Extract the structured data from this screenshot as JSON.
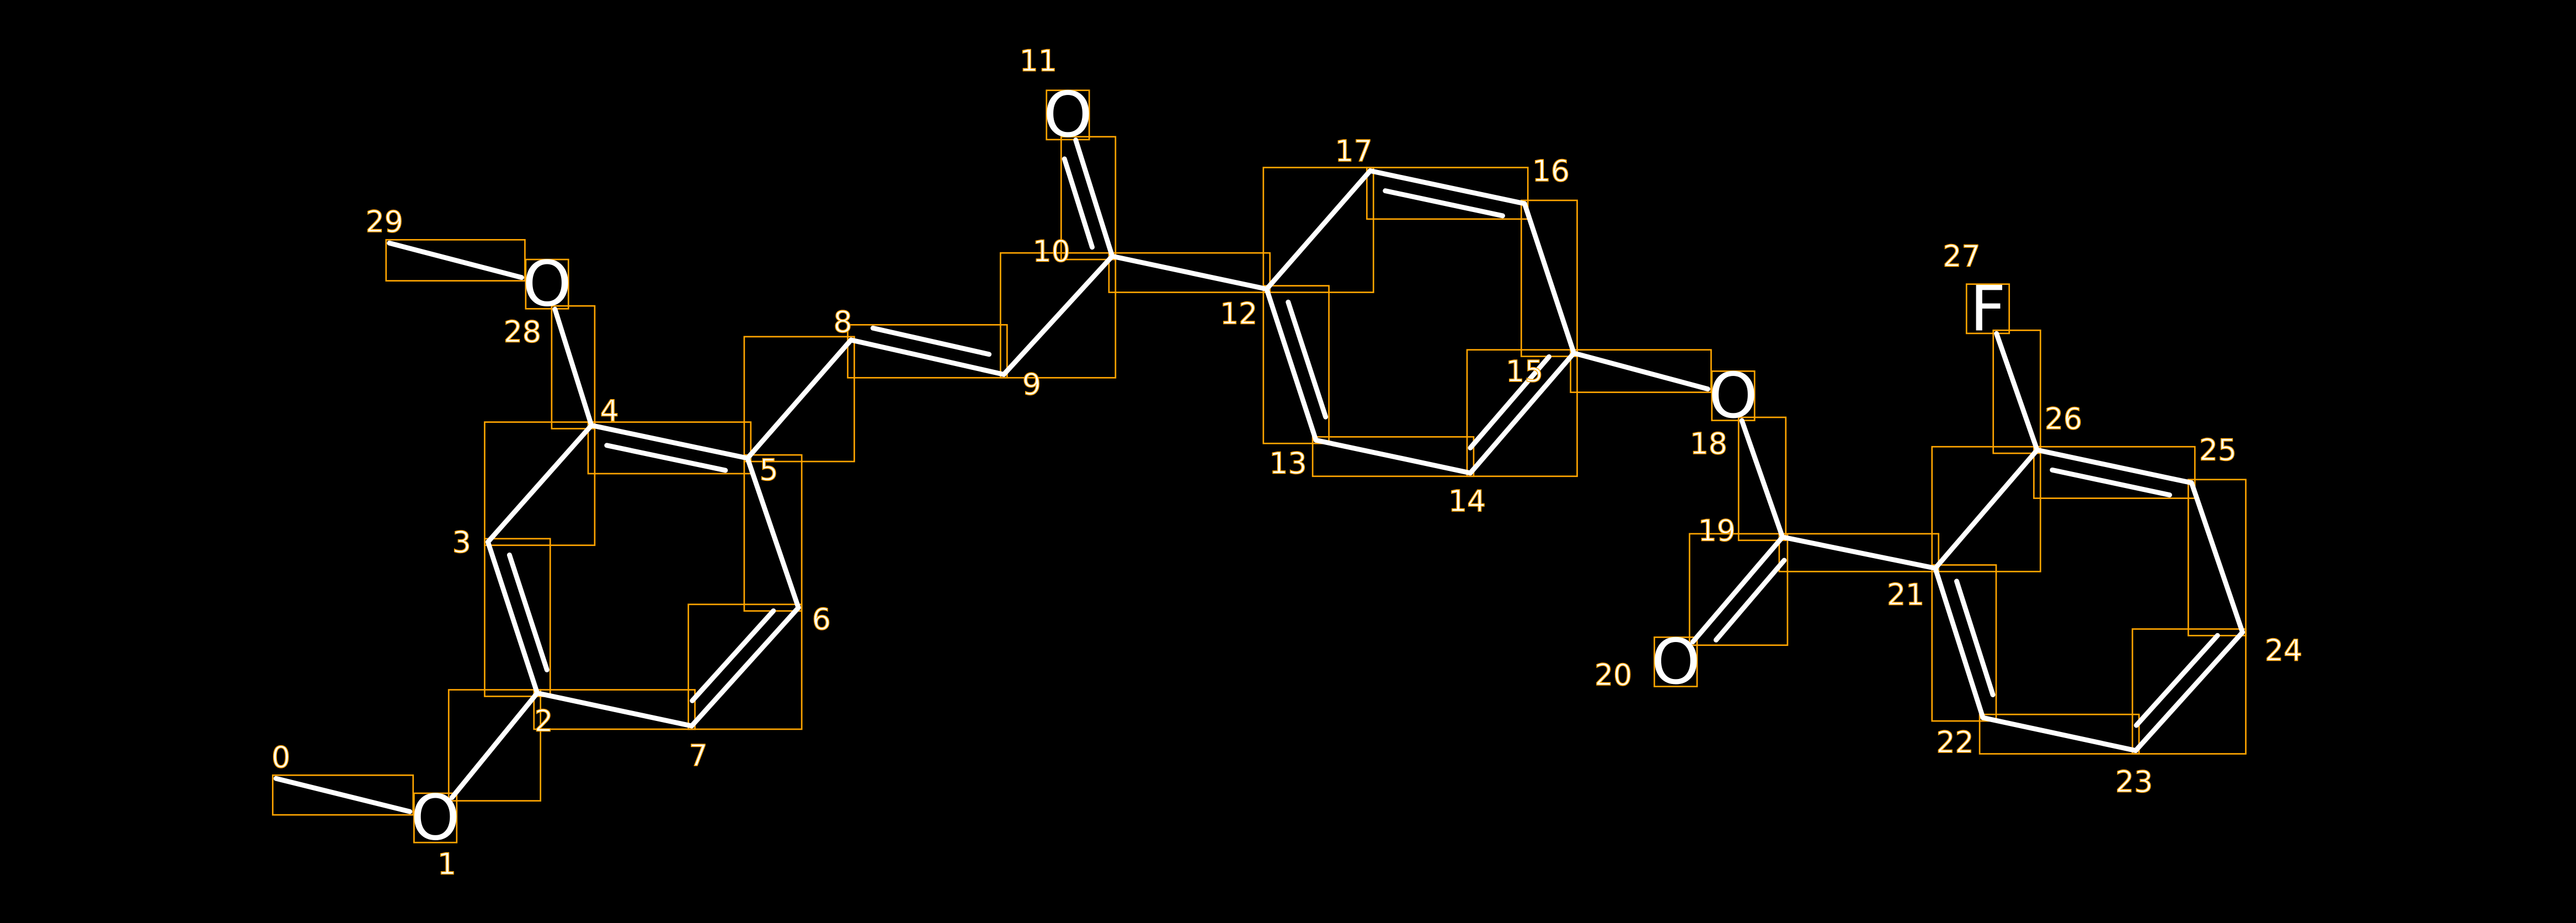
{
  "molecule": {
    "atoms": [
      {
        "id": "0",
        "symbol": ""
      },
      {
        "id": "1",
        "symbol": "O"
      },
      {
        "id": "2",
        "symbol": ""
      },
      {
        "id": "3",
        "symbol": ""
      },
      {
        "id": "4",
        "symbol": ""
      },
      {
        "id": "5",
        "symbol": ""
      },
      {
        "id": "6",
        "symbol": ""
      },
      {
        "id": "7",
        "symbol": ""
      },
      {
        "id": "8",
        "symbol": ""
      },
      {
        "id": "9",
        "symbol": ""
      },
      {
        "id": "10",
        "symbol": ""
      },
      {
        "id": "11",
        "symbol": "O"
      },
      {
        "id": "12",
        "symbol": ""
      },
      {
        "id": "13",
        "symbol": ""
      },
      {
        "id": "14",
        "symbol": ""
      },
      {
        "id": "15",
        "symbol": ""
      },
      {
        "id": "16",
        "symbol": ""
      },
      {
        "id": "17",
        "symbol": ""
      },
      {
        "id": "18",
        "symbol": "O"
      },
      {
        "id": "19",
        "symbol": ""
      },
      {
        "id": "20",
        "symbol": "O"
      },
      {
        "id": "21",
        "symbol": ""
      },
      {
        "id": "22",
        "symbol": ""
      },
      {
        "id": "23",
        "symbol": ""
      },
      {
        "id": "24",
        "symbol": ""
      },
      {
        "id": "25",
        "symbol": ""
      },
      {
        "id": "26",
        "symbol": ""
      },
      {
        "id": "27",
        "symbol": "F"
      },
      {
        "id": "28",
        "symbol": "O"
      },
      {
        "id": "29",
        "symbol": ""
      }
    ],
    "bonds": [
      [
        0,
        1,
        1
      ],
      [
        1,
        2,
        1
      ],
      [
        2,
        3,
        2
      ],
      [
        3,
        4,
        1
      ],
      [
        4,
        5,
        2
      ],
      [
        5,
        6,
        1
      ],
      [
        6,
        7,
        2
      ],
      [
        7,
        2,
        1
      ],
      [
        4,
        28,
        1
      ],
      [
        28,
        29,
        1
      ],
      [
        5,
        8,
        1
      ],
      [
        8,
        9,
        2
      ],
      [
        9,
        10,
        1
      ],
      [
        10,
        11,
        2
      ],
      [
        10,
        12,
        1
      ],
      [
        12,
        13,
        2
      ],
      [
        13,
        14,
        1
      ],
      [
        14,
        15,
        2
      ],
      [
        15,
        16,
        1
      ],
      [
        16,
        17,
        2
      ],
      [
        17,
        12,
        1
      ],
      [
        15,
        18,
        1
      ],
      [
        18,
        19,
        1
      ],
      [
        19,
        20,
        2
      ],
      [
        19,
        21,
        1
      ],
      [
        21,
        22,
        2
      ],
      [
        22,
        23,
        1
      ],
      [
        23,
        24,
        2
      ],
      [
        24,
        25,
        1
      ],
      [
        25,
        26,
        2
      ],
      [
        26,
        21,
        1
      ],
      [
        26,
        27,
        1
      ]
    ],
    "colors": {
      "bond": "#ffffff",
      "box": "#ffa500",
      "background": "#000000"
    }
  }
}
